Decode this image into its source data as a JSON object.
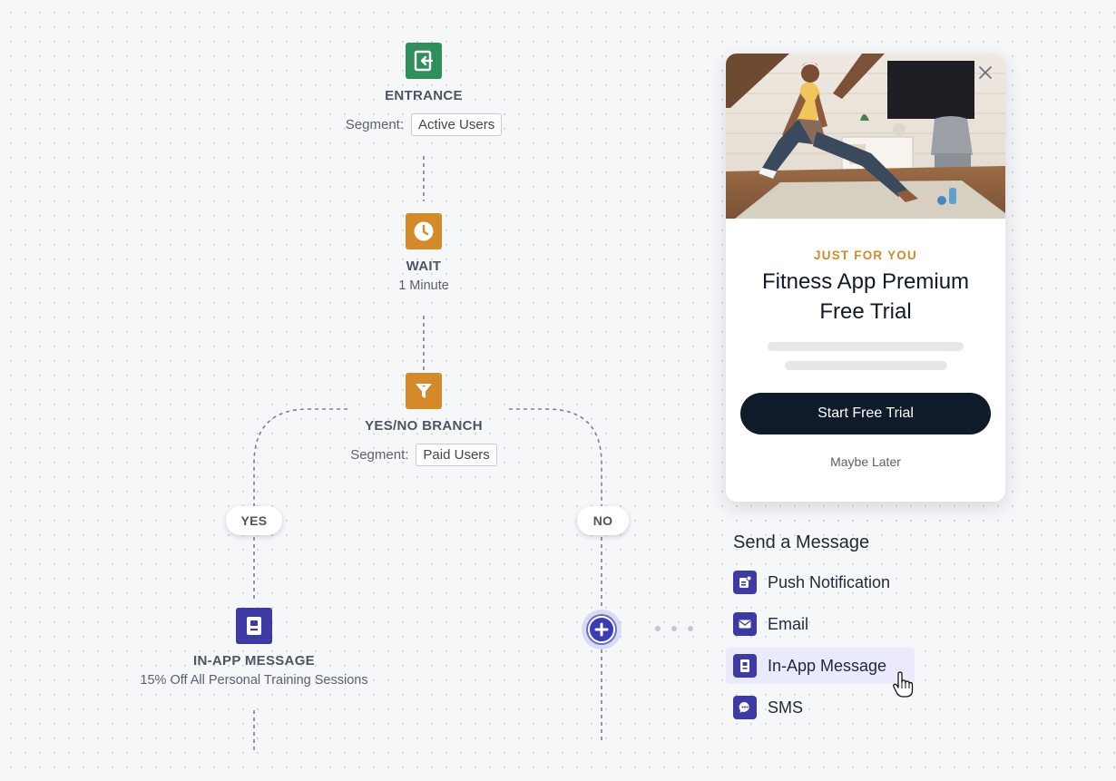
{
  "colors": {
    "entrance": "#2f8f5a",
    "orange": "#d58a2a",
    "indigo": "#3d3aa6",
    "cta": "#0f1a2a",
    "eyebrow": "#d18a2e"
  },
  "flow": {
    "entrance": {
      "icon": "exit-door-icon",
      "title": "ENTRANCE",
      "segment_label": "Segment:",
      "segment_value": "Active Users"
    },
    "wait": {
      "icon": "clock-icon",
      "title": "WAIT",
      "subtitle": "1 Minute"
    },
    "branch": {
      "icon": "filter-icon",
      "title": "YES/NO BRANCH",
      "segment_label": "Segment:",
      "segment_value": "Paid Users"
    },
    "yes_label": "YES",
    "no_label": "NO",
    "in_app": {
      "icon": "in-app-message-icon",
      "title": "IN-APP MESSAGE",
      "subtitle": "15% Off All Personal Training Sessions"
    },
    "add_icon": "plus-icon"
  },
  "preview": {
    "eyebrow": "JUST FOR YOU",
    "headline": "Fitness App Premium Free Trial",
    "cta": "Start Free Trial",
    "secondary": "Maybe Later",
    "close_icon": "close-icon"
  },
  "send_menu": {
    "title": "Send a Message",
    "items": [
      {
        "label": "Push Notification",
        "icon": "push-notification-icon"
      },
      {
        "label": "Email",
        "icon": "email-icon"
      },
      {
        "label": "In-App Message",
        "icon": "in-app-message-icon",
        "active": true
      },
      {
        "label": "SMS",
        "icon": "sms-icon"
      }
    ]
  }
}
